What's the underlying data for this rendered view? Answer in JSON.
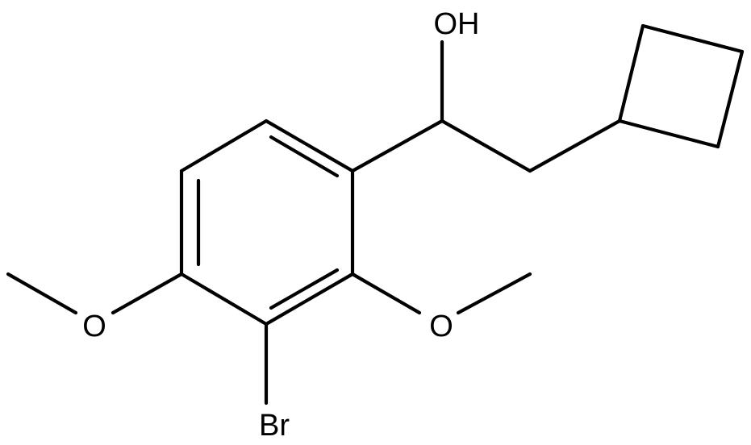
{
  "molecule": {
    "atoms": {
      "oh": "OH",
      "o_left": "O",
      "o_right": "O",
      "br": "Br"
    }
  }
}
